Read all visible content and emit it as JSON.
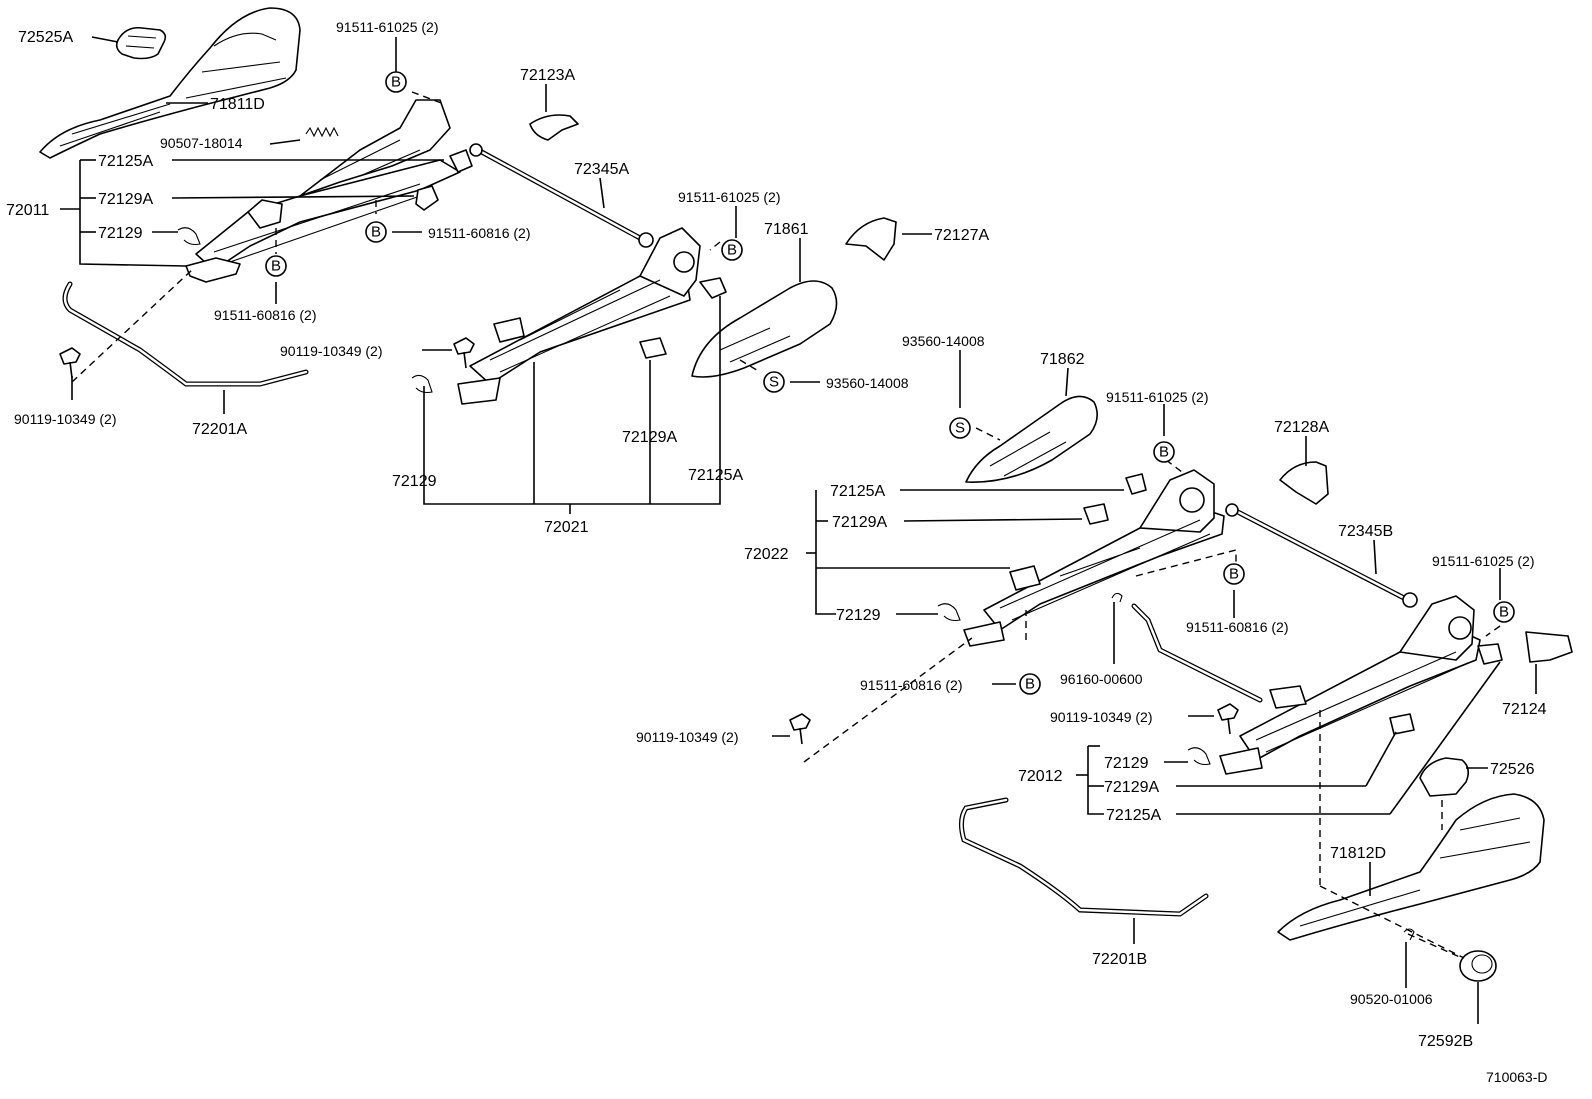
{
  "diagram": {
    "code": "710063-D",
    "labels": {
      "p72525A": "72525A",
      "p71811D": "71811D",
      "p9151161025_a": "91511-61025 (2)",
      "p72123A": "72123A",
      "p9050718014": "90507-18014",
      "p72125A_a": "72125A",
      "p72129A_a": "72129A",
      "p72011": "72011",
      "p72129_a": "72129",
      "p72345A": "72345A",
      "p9151160816_a": "91511-60816 (2)",
      "p9151160816_b": "91511-60816 (2)",
      "p9151161025_b": "91511-61025 (2)",
      "p71861": "71861",
      "p72127A": "72127A",
      "p9011910349_a": "90119-10349 (2)",
      "p9011910349_b": "90119-10349 (2)",
      "p72201A": "72201A",
      "p9356014008_a": "93560-14008",
      "p9356014008_b": "93560-14008",
      "p71862": "71862",
      "p72129_b": "72129",
      "p72129A_b": "72129A",
      "p72125A_b": "72125A",
      "p72021": "72021",
      "p9151161025_c": "91511-61025 (2)",
      "p72128A": "72128A",
      "p72125A_c": "72125A",
      "p72129A_c": "72129A",
      "p72022": "72022",
      "p72345B": "72345B",
      "p9151160816_c": "91511-60816 (2)",
      "p72129_c": "72129",
      "p9151161025_d": "91511-61025 (2)",
      "p9151160816_d": "91511-60816 (2)",
      "p9616000600": "96160-00600",
      "p72124": "72124",
      "p9011910349_c": "90119-10349 (2)",
      "p9011910349_d": "90119-10349 (2)",
      "p72129_d": "72129",
      "p72526": "72526",
      "p72012": "72012",
      "p72129A_d": "72129A",
      "p72125A_d": "72125A",
      "p71812D": "71812D",
      "p72201B": "72201B",
      "p9052001006": "90520-01006",
      "p72592B": "72592B"
    },
    "markers": {
      "bolt": "B",
      "screw": "S"
    }
  }
}
